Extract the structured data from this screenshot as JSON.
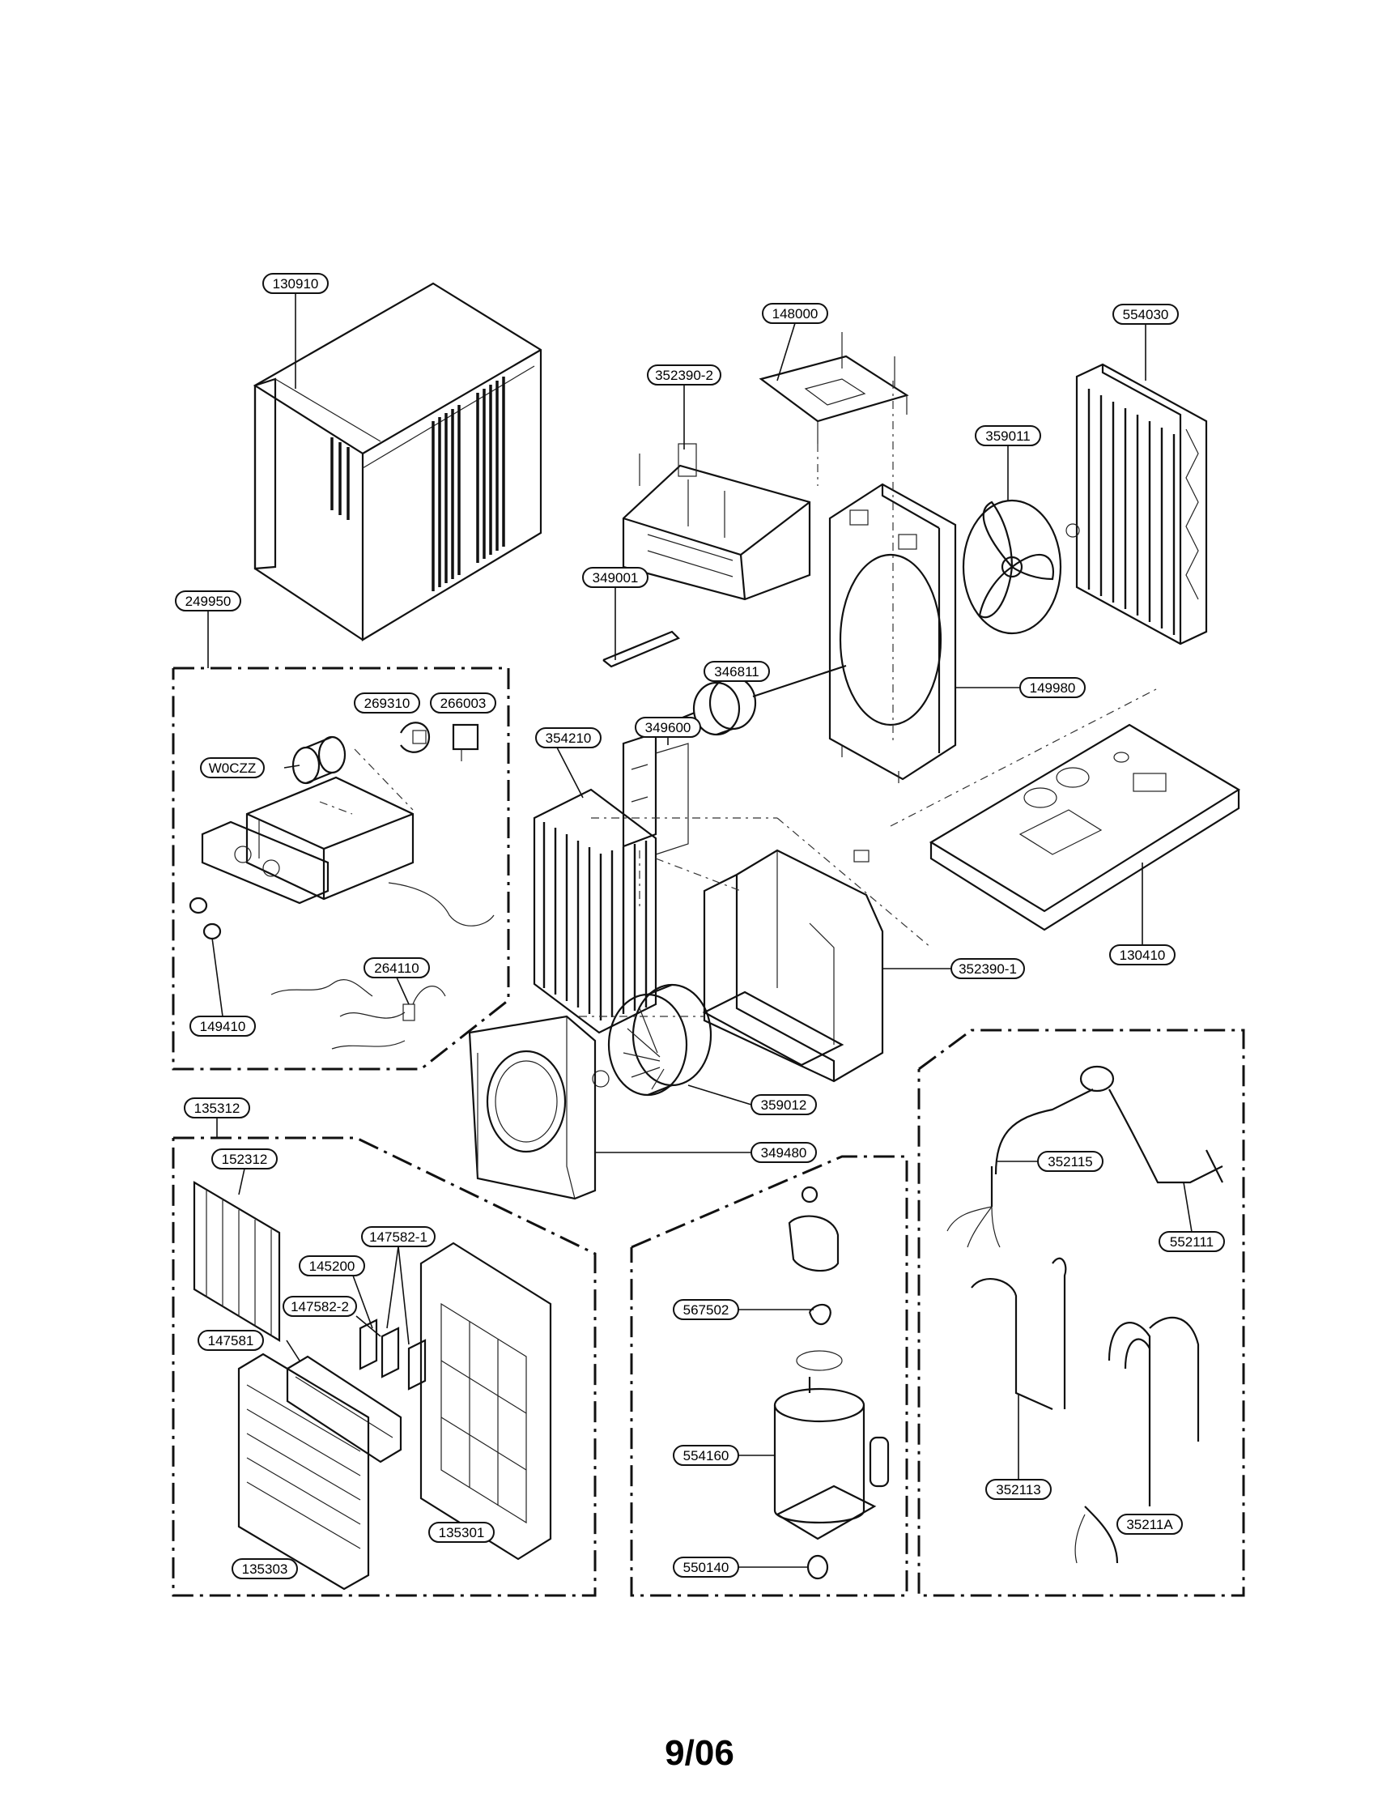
{
  "diagram": {
    "labels": {
      "p130910": "130910",
      "p148000": "148000",
      "p554030": "554030",
      "p352390_2": "352390-2",
      "p359011": "359011",
      "p249950": "249950",
      "p349001": "349001",
      "p346811": "346811",
      "p269310": "269310",
      "p266003": "266003",
      "p349600": "349600",
      "p149980": "149980",
      "pW0CZZ": "W0CZZ",
      "p354210": "354210",
      "p130410": "130410",
      "p264110": "264110",
      "p352390_1": "352390-1",
      "p149410": "149410",
      "p359012": "359012",
      "p135312": "135312",
      "p349480": "349480",
      "p352115": "352115",
      "p152312": "152312",
      "p552111": "552111",
      "p147582_1": "147582-1",
      "p145200": "145200",
      "p567502": "567502",
      "p147582_2": "147582-2",
      "p147581": "147581",
      "p554160": "554160",
      "p352113": "352113",
      "p35211A": "35211A",
      "p135301": "135301",
      "p135303": "135303",
      "p550140": "550140"
    }
  },
  "footer": {
    "page_code": "9/06"
  }
}
